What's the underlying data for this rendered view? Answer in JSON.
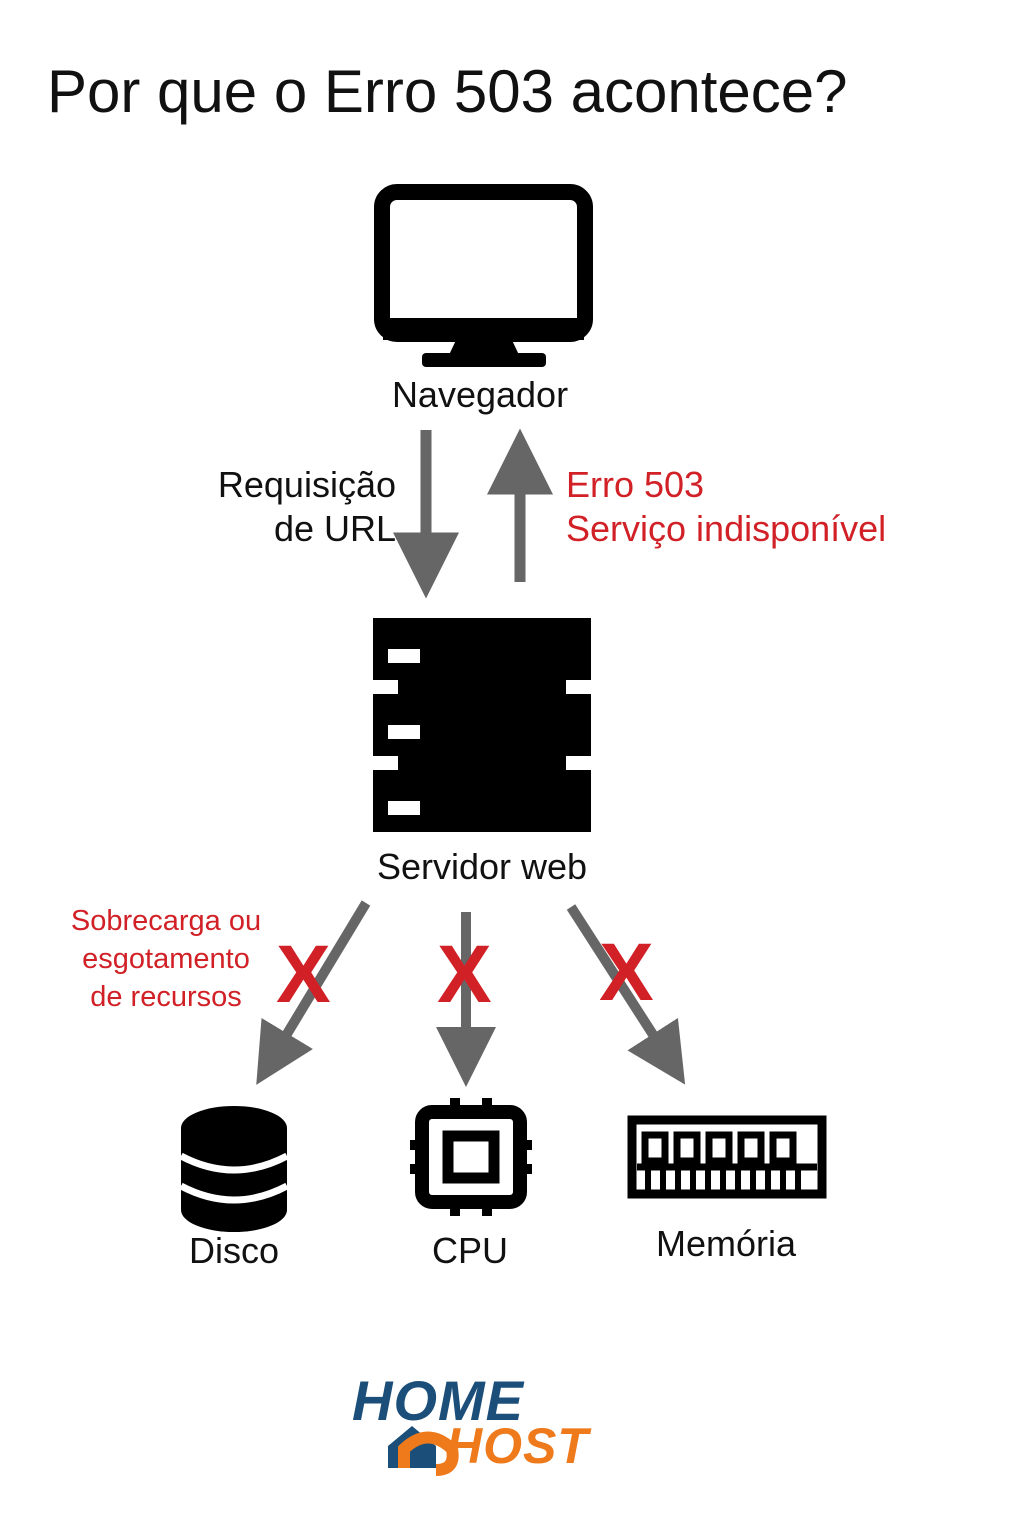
{
  "title": "Por que o Erro 503 acontece?",
  "nodes": {
    "browser": "Navegador",
    "server": "Servidor web",
    "disk": "Disco",
    "cpu": "CPU",
    "memory": "Memória"
  },
  "request_label": {
    "line1": "Requisição",
    "line2": "de URL"
  },
  "error_label": {
    "line1": "Erro 503",
    "line2": "Serviço indisponível"
  },
  "resource_label": {
    "line1": "Sobrecarga ou",
    "line2": "esgotamento",
    "line3": "de recursos"
  },
  "failure_mark": "X",
  "logo": {
    "line1": "HOME",
    "line2": "HOST"
  },
  "colors": {
    "text": "#111111",
    "error_red": "#d12127",
    "arrow_gray": "#666666",
    "logo_blue": "#1b4f7a",
    "logo_orange": "#ee7a1c"
  },
  "icons": {
    "browser": "monitor-icon",
    "server": "server-rack-icon",
    "disk": "database-icon",
    "cpu": "cpu-chip-icon",
    "memory": "memory-ram-icon"
  }
}
